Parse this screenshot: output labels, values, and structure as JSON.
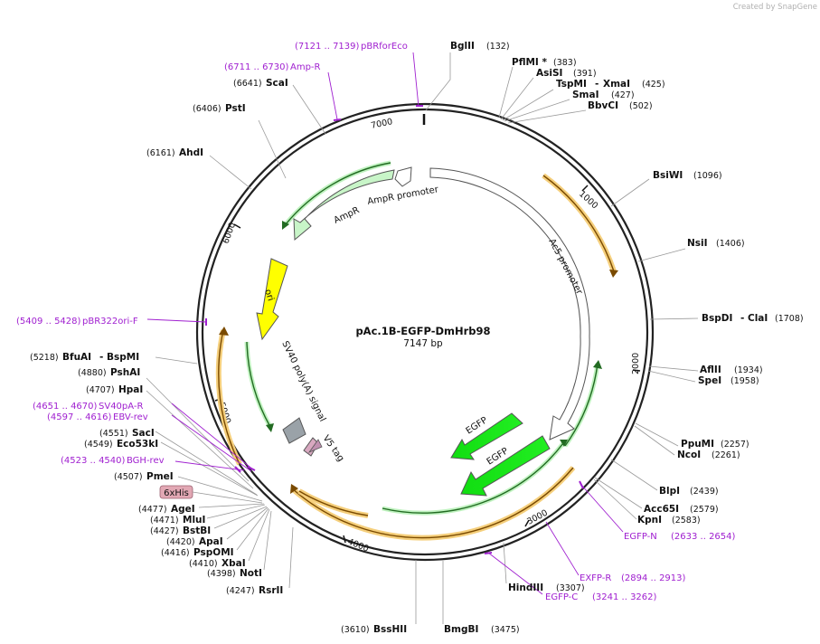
{
  "credit": "Created by SnapGene",
  "plasmid": {
    "name": "pAc.1B-EGFP-DmHrb98",
    "size": "7147 bp"
  },
  "ticks": [
    "1000",
    "2000",
    "3000",
    "4000",
    "5000",
    "6000",
    "7000"
  ],
  "features": {
    "ampr_promoter": "AmpR promoter",
    "ampr": "AmpR",
    "ori": "ori",
    "ac5": "Ac5 promoter",
    "sv40": "SV40 poly(A) signal",
    "v5": "V5 tag",
    "his": "6xHis",
    "egfp1": "EGFP",
    "egfp2": "EGFP"
  },
  "sites": [
    {
      "name": "BglII",
      "pos": "(132)"
    },
    {
      "name": "PflMI *",
      "pos": "(383)"
    },
    {
      "name": "AsiSI",
      "pos": "(391)"
    },
    {
      "name": "TspMI",
      "sep": "-",
      "name2": "XmaI",
      "pos": "(425)"
    },
    {
      "name": "SmaI",
      "pos": "(427)"
    },
    {
      "name": "BbvCI",
      "pos": "(502)"
    },
    {
      "name": "BsiWI",
      "pos": "(1096)"
    },
    {
      "name": "NsiI",
      "pos": "(1406)"
    },
    {
      "name": "BspDI",
      "sep": "-",
      "name2": "ClaI",
      "pos": "(1708)"
    },
    {
      "name": "AflII",
      "pos": "(1934)"
    },
    {
      "name": "SpeI",
      "pos": "(1958)"
    },
    {
      "name": "PpuMI",
      "pos": "(2257)"
    },
    {
      "name": "NcoI",
      "pos": "(2261)"
    },
    {
      "name": "BlpI",
      "pos": "(2439)"
    },
    {
      "name": "Acc65I",
      "pos": "(2579)"
    },
    {
      "name": "KpnI",
      "pos": "(2583)"
    },
    {
      "name": "HindIII",
      "pos": "(3307)"
    },
    {
      "name": "BmgBI",
      "pos": "(3475)"
    },
    {
      "name": "BssHII",
      "pos": "(3610)"
    },
    {
      "name": "RsrII",
      "pos": "(4247)"
    },
    {
      "name": "NotI",
      "pos": "(4398)"
    },
    {
      "name": "XbaI",
      "pos": "(4410)"
    },
    {
      "name": "PspOMI",
      "pos": "(4416)"
    },
    {
      "name": "ApaI",
      "pos": "(4420)"
    },
    {
      "name": "BstBI",
      "pos": "(4427)"
    },
    {
      "name": "MluI",
      "pos": "(4471)"
    },
    {
      "name": "AgeI",
      "pos": "(4477)"
    },
    {
      "name": "PmeI",
      "pos": "(4507)"
    },
    {
      "name": "Eco53kI",
      "pos": "(4549)"
    },
    {
      "name": "SacI",
      "pos": "(4551)"
    },
    {
      "name": "HpaI",
      "pos": "(4707)"
    },
    {
      "name": "PshAI",
      "pos": "(4880)"
    },
    {
      "name": "BfuAI",
      "sep": "-",
      "name2": "BspMI",
      "pos": "(5218)"
    },
    {
      "name": "AhdI",
      "pos": "(6161)"
    },
    {
      "name": "PstI",
      "pos": "(6406)"
    },
    {
      "name": "ScaI",
      "pos": "(6641)"
    }
  ],
  "primers": [
    {
      "name": "pBRforEco",
      "pos": "(7121 .. 7139)"
    },
    {
      "name": "Amp-R",
      "pos": "(6711 .. 6730)"
    },
    {
      "name": "pBR322ori-F",
      "pos": "(5409 .. 5428)"
    },
    {
      "name": "SV40pA-R",
      "pos": "(4651 .. 4670)"
    },
    {
      "name": "EBV-rev",
      "pos": "(4597 .. 4616)"
    },
    {
      "name": "BGH-rev",
      "pos": "(4523 .. 4540)"
    },
    {
      "name": "EGFP-N",
      "pos": "(2633 .. 2654)"
    },
    {
      "name": "EXFP-R",
      "pos": "(2894 .. 2913)"
    },
    {
      "name": "EGFP-C",
      "pos": "(3241 .. 3262)"
    }
  ],
  "colors": {
    "backbone": "#222222",
    "orange_arrow": "#e8a12a",
    "green_arrow": "#1ec81e",
    "ampr_fill": "#c8f5c8",
    "ori_fill": "#ffff00",
    "primer": "#a020d0",
    "his_tag": "#e2a8b4"
  }
}
